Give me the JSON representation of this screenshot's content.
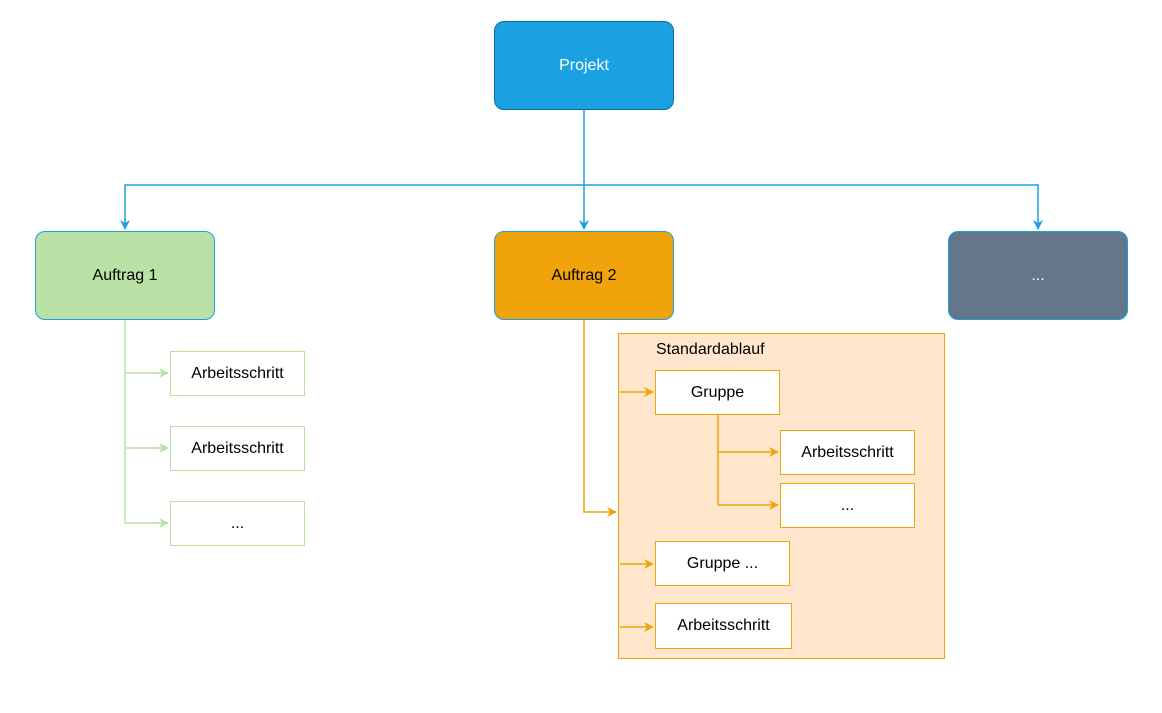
{
  "nodes": {
    "projekt": "Projekt",
    "auftrag1": "Auftrag 1",
    "auftrag2": "Auftrag 2",
    "more": "...",
    "a1_steps": [
      "Arbeitsschritt",
      "Arbeitsschritt",
      "..."
    ],
    "standardablauf": {
      "label": "Standardablauf",
      "group": "Gruppe",
      "group_children": [
        "Arbeitsschritt",
        "..."
      ],
      "group_more": "Gruppe ...",
      "step": "Arbeitsschritt"
    }
  },
  "colors": {
    "blue": "#1ba1e2",
    "green": "#b9e0a5",
    "orange": "#f0a30a",
    "peach": "#ffe6cc",
    "slate": "#647687"
  }
}
